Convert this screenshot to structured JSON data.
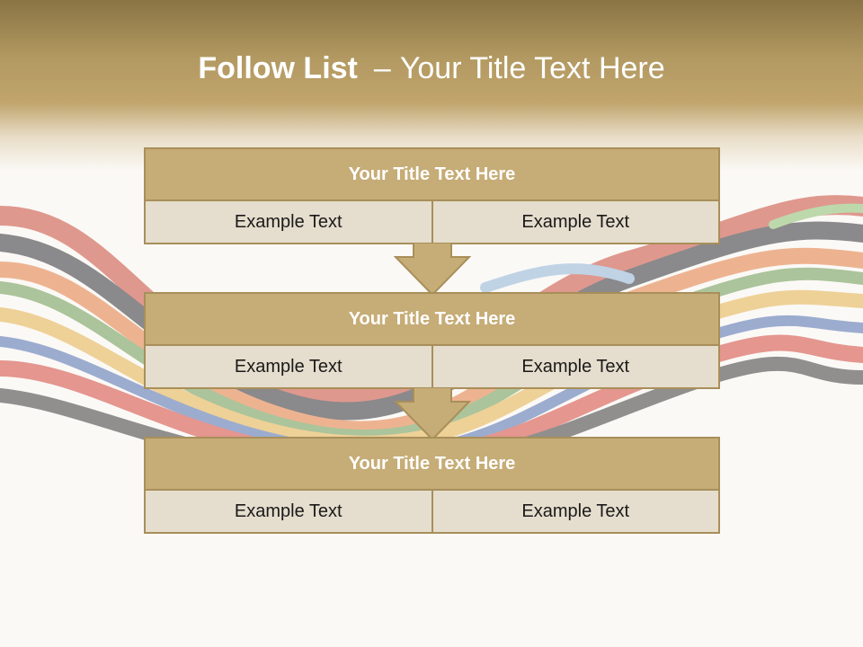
{
  "slide": {
    "title_bold": "Follow List",
    "title_dash": "–",
    "title_rest": "Your Title Text Here"
  },
  "steps": [
    {
      "title": "Your Title Text Here",
      "left": "Example Text",
      "right": "Example Text"
    },
    {
      "title": "Your Title Text Here",
      "left": "Example Text",
      "right": "Example Text"
    },
    {
      "title": "Your Title Text Here",
      "left": "Example Text",
      "right": "Example Text"
    }
  ],
  "colors": {
    "header_gradient_top": "#8a7444",
    "header_band": "#c0a46c",
    "box_title_fill": "#c6ac76",
    "box_cell_fill": "#e5ddcd",
    "box_border": "#a88f5a",
    "arrow_fill": "#c6ac76"
  }
}
